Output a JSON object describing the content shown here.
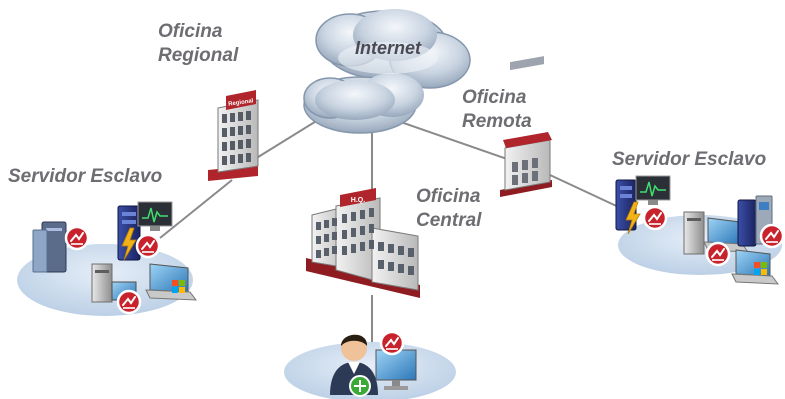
{
  "labels": {
    "internet": "Internet",
    "regional_office": {
      "line1": "Oficina",
      "line2": "Regional"
    },
    "remote_office": {
      "line1": "Oficina",
      "line2": "Remota"
    },
    "central_office": {
      "line1": "Oficina",
      "line2": "Central"
    },
    "slave_server_left": "Servidor Esclavo",
    "slave_server_right": "Servidor Esclavo"
  },
  "building_signs": {
    "regional": "Regional",
    "hq": "H.Q."
  },
  "colors": {
    "label_text": "#6d6d72",
    "link_line": "#8a8a8a",
    "cloud": "#b8c6d6",
    "site_ellipse": "#cfdef0",
    "building_red": "#b0252b",
    "badge_red": "#c8232c"
  }
}
